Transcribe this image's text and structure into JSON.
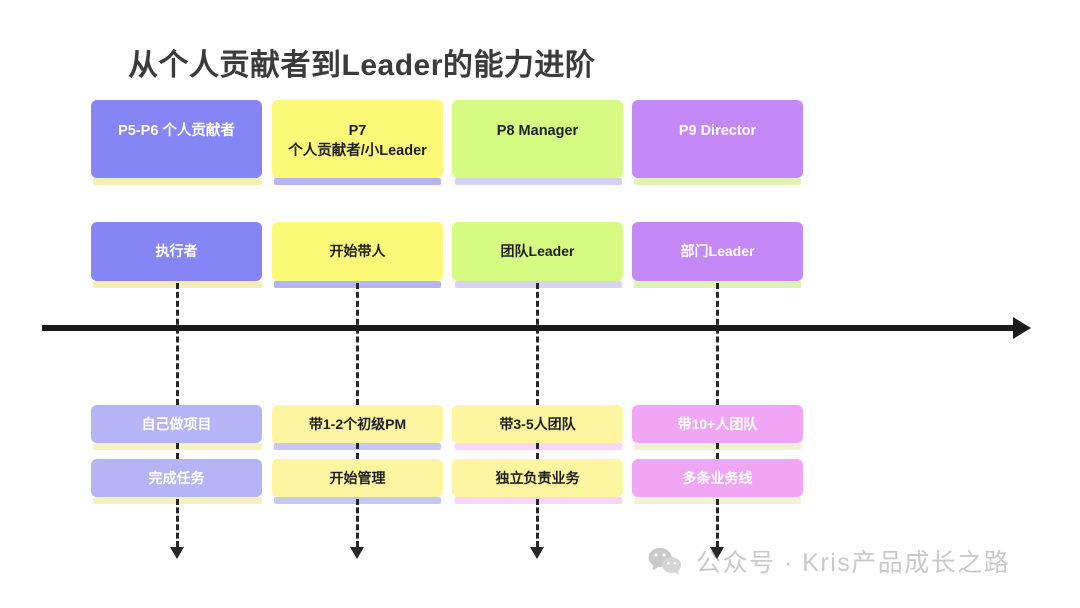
{
  "title": "从个人贡献者到Leader的能力进阶",
  "colors": {
    "title_text": "#3b3b3b",
    "timeline": "#1a1a1a",
    "dashed": "#262626",
    "watermark_text": "#c9c9c9",
    "level_purple": "#8585f5",
    "level_yellow": "#fdf978",
    "level_green": "#d6fb82",
    "level_violet": "#c489f7",
    "soft_purple": "#b4b4f7",
    "soft_yellow": "#fdf5a0",
    "soft_pink": "#f0a6f5",
    "shadow_lavender": "#c8c8ee",
    "shadow_yellow": "#f7eeb4",
    "shadow_green": "#e1f7c6",
    "shadow_pink": "#f6d6f2"
  },
  "columns": [
    {
      "id": "p5p6",
      "level_lines": [
        "P5-P6 个人贡献者"
      ],
      "role": "执行者",
      "scope": "自己做项目",
      "focus": "完成任务"
    },
    {
      "id": "p7",
      "level_lines": [
        "P7",
        "个人贡献者/小Leader"
      ],
      "role": "开始带人",
      "scope": "带1-2个初级PM",
      "focus": "开始管理"
    },
    {
      "id": "p8",
      "level_lines": [
        "P8 Manager"
      ],
      "role": "团队Leader",
      "scope": "带3-5人团队",
      "focus": "独立负责业务"
    },
    {
      "id": "p9",
      "level_lines": [
        "P9 Director"
      ],
      "role": "部门Leader",
      "scope": "带10+人团队",
      "focus": "多条业务线"
    }
  ],
  "watermark": {
    "icon": "wechat-icon",
    "text": "公众号 · Kris产品成长之路"
  }
}
